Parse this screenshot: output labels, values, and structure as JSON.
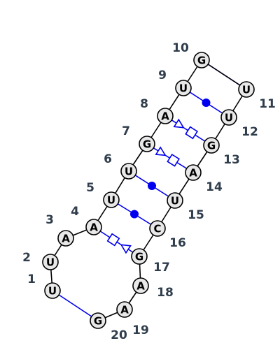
{
  "nucleotides": [
    {
      "index": "1",
      "base": "U"
    },
    {
      "index": "2",
      "base": "U"
    },
    {
      "index": "3",
      "base": "A"
    },
    {
      "index": "4",
      "base": "A"
    },
    {
      "index": "5",
      "base": "U"
    },
    {
      "index": "6",
      "base": "U"
    },
    {
      "index": "7",
      "base": "G"
    },
    {
      "index": "8",
      "base": "A"
    },
    {
      "index": "9",
      "base": "U"
    },
    {
      "index": "10",
      "base": "G"
    },
    {
      "index": "11",
      "base": "U"
    },
    {
      "index": "12",
      "base": "U"
    },
    {
      "index": "13",
      "base": "G"
    },
    {
      "index": "14",
      "base": "A"
    },
    {
      "index": "15",
      "base": "U"
    },
    {
      "index": "16",
      "base": "C"
    },
    {
      "index": "17",
      "base": "G"
    },
    {
      "index": "18",
      "base": "A"
    },
    {
      "index": "19",
      "base": "A"
    },
    {
      "index": "20",
      "base": "G"
    }
  ],
  "base_pairs": [
    {
      "i": 1,
      "j": 20,
      "type": "plain"
    },
    {
      "i": 4,
      "j": 17,
      "type": "sugar-hoogsteen"
    },
    {
      "i": 5,
      "j": 16,
      "type": "watson-crick"
    },
    {
      "i": 6,
      "j": 15,
      "type": "watson-crick"
    },
    {
      "i": 7,
      "j": 14,
      "type": "hoogsteen-sugar"
    },
    {
      "i": 8,
      "j": 13,
      "type": "hoogsteen-sugar"
    },
    {
      "i": 9,
      "j": 12,
      "type": "watson-crick"
    },
    {
      "i": 10,
      "j": 11,
      "type": "plain"
    }
  ],
  "colors": {
    "backbone": "#000000",
    "pair": "#0000ee",
    "nucleotide_fill": "#e8e8e8",
    "label": "#2f3d4c"
  }
}
